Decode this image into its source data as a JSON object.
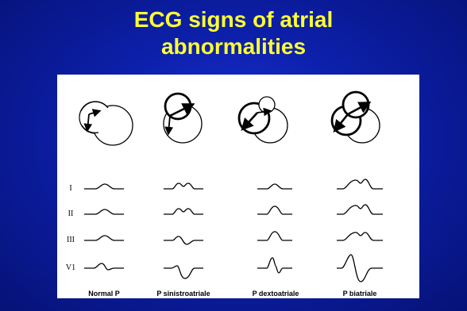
{
  "slide": {
    "title_line1": "ECG signs of atrial",
    "title_line2": "abnormalities"
  },
  "figure": {
    "leads": [
      "I",
      "II",
      "III",
      "V1"
    ],
    "columns": [
      {
        "caption": "Normal P"
      },
      {
        "caption": "P sinistroatriale"
      },
      {
        "caption": "P dextoatriale"
      },
      {
        "caption": "P biatriale"
      }
    ]
  },
  "colors": {
    "background": "#0c1fa8",
    "title": "#ffff33",
    "figure_bg": "#ffffff"
  }
}
